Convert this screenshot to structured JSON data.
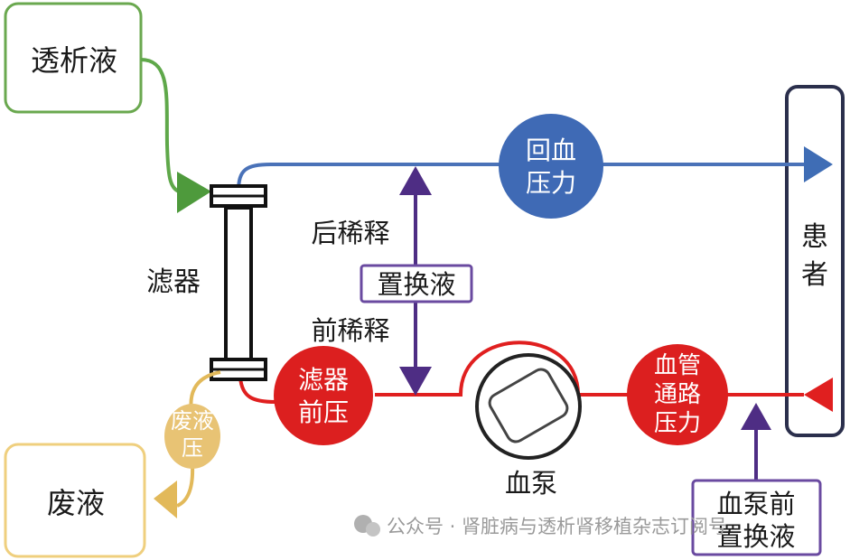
{
  "labels": {
    "dialysate": "透析液",
    "filter": "滤器",
    "waste": "废液",
    "patient_line1": "患",
    "patient_line2": "者",
    "post_dilution": "后稀释",
    "pre_dilution": "前稀释",
    "replacement_fluid": "置换液",
    "return_pressure_line1": "回血",
    "return_pressure_line2": "压力",
    "prefilter_pressure_line1": "滤器",
    "prefilter_pressure_line2": "前压",
    "access_pressure_line1": "血管",
    "access_pressure_line2": "通路",
    "access_pressure_line3": "压力",
    "effluent_pressure_line1": "废液",
    "effluent_pressure_line2": "压",
    "blood_pump": "血泵",
    "pre_pump_replacement_line1": "血泵前",
    "pre_pump_replacement_line2": "置换液"
  },
  "watermark": {
    "text": "公众号 · 肾脏病与透析肾移植杂志订阅号"
  },
  "colors": {
    "blue_line": "#4a72b8",
    "red_line": "#e01f1f",
    "green": "#5fa84a",
    "yellow": "#e2b95a",
    "purple": "#4e2d84",
    "navy": "#2b2f4c"
  }
}
